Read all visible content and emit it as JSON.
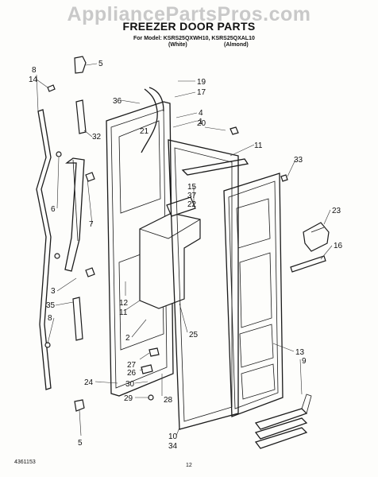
{
  "watermark": "AppliancePartsPros.com",
  "title": "FREEZER DOOR PARTS",
  "model_line": "For Model: KSRS25QXWH10, KSRS25QXAL10",
  "variants": [
    "(White)",
    "(Almond)"
  ],
  "footer": {
    "code": "4361153",
    "page": "12"
  },
  "callouts": [
    "5",
    "8",
    "14",
    "32",
    "6",
    "7",
    "3",
    "35",
    "8",
    "5",
    "36",
    "19",
    "17",
    "4",
    "1",
    "20",
    "21",
    "11",
    "33",
    "15",
    "37",
    "22",
    "23",
    "16",
    "12",
    "11",
    "2",
    "25",
    "13",
    "9",
    "24",
    "27",
    "26",
    "30",
    "29",
    "28",
    "10",
    "34"
  ]
}
